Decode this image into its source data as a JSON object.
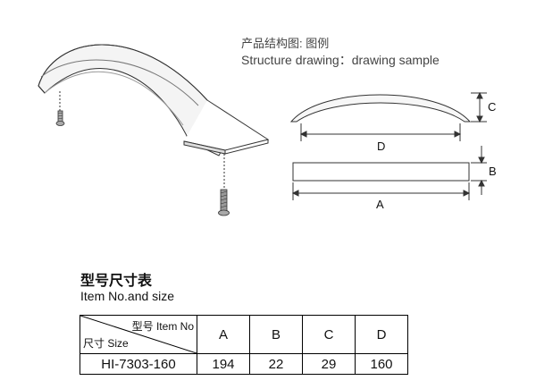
{
  "caption": {
    "cn": "产品结构图: 图例",
    "en": "Structure drawing：drawing sample"
  },
  "dimension_labels": {
    "a": "A",
    "b": "B",
    "c": "C",
    "d": "D"
  },
  "section": {
    "title_cn": "型号尺寸表",
    "title_en": "Item No.and size"
  },
  "table": {
    "header_top": "型号 Item No",
    "header_bottom": "尺寸 Size",
    "columns": [
      "A",
      "B",
      "C",
      "D"
    ],
    "rows": [
      {
        "item": "HI-7303-160",
        "values": [
          "194",
          "22",
          "29",
          "160"
        ]
      }
    ]
  }
}
